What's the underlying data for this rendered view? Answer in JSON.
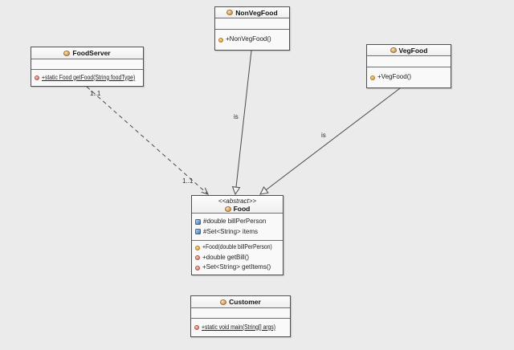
{
  "diagram_type": "uml-class-diagram",
  "colors": {
    "canvas_bg": "#ebebeb",
    "box_bg": "#f9f9f9",
    "box_border": "#4f4f4f",
    "line": "#4a4a4a",
    "class_icon": "#d8a960",
    "field_icon": "#5b93cc",
    "constructor_icon": "#e3a23c",
    "method_icon": "#dd8374"
  },
  "classes": [
    {
      "name": "FoodServer",
      "stereotype": "",
      "fields": [],
      "methods": [
        {
          "text": "+static Food getFood(String foodType)",
          "kind": "method",
          "static": true
        }
      ]
    },
    {
      "name": "NonVegFood",
      "stereotype": "",
      "fields": [],
      "methods": [
        {
          "text": "+NonVegFood()",
          "kind": "constructor",
          "static": false
        }
      ]
    },
    {
      "name": "VegFood",
      "stereotype": "",
      "fields": [],
      "methods": [
        {
          "text": "+VegFood()",
          "kind": "constructor",
          "static": false
        }
      ]
    },
    {
      "name": "Food",
      "stereotype": "<<abstract>>",
      "fields": [
        {
          "text": "#double billPerPerson"
        },
        {
          "text": "#Set<String> items"
        }
      ],
      "methods": [
        {
          "text": "+Food(double billPerPerson)",
          "kind": "constructor",
          "static": false
        },
        {
          "text": "+double getBill()",
          "kind": "method",
          "static": false
        },
        {
          "text": "+Set<String> getItems()",
          "kind": "method",
          "static": false
        }
      ]
    },
    {
      "name": "Customer",
      "stereotype": "",
      "fields": [],
      "methods": [
        {
          "text": "+static void main(String[] args)",
          "kind": "method",
          "static": true
        }
      ]
    }
  ],
  "connections": [
    {
      "type": "dashed-association",
      "from": "FoodServer",
      "to": "Food",
      "source_label": "1..1",
      "target_label": "1..1"
    },
    {
      "type": "generalization",
      "from": "NonVegFood",
      "to": "Food",
      "label": "is"
    },
    {
      "type": "generalization",
      "from": "VegFood",
      "to": "Food",
      "label": "is"
    }
  ]
}
